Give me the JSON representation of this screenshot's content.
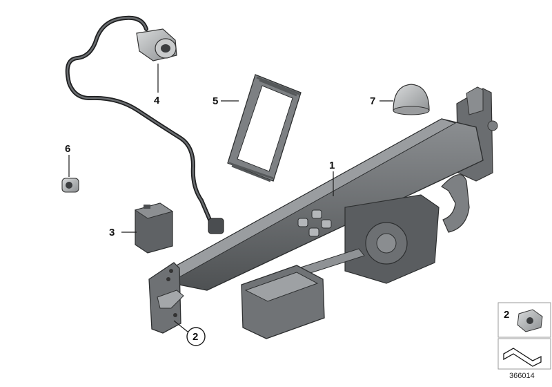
{
  "diagram": {
    "callouts": {
      "c1": "1",
      "c2_main": "2",
      "c2_legend": "2",
      "c3": "3",
      "c4": "4",
      "c5": "5",
      "c6": "6",
      "c7": "7"
    },
    "catalog_number": "366014"
  },
  "colors": {
    "part_dark": "#5b5e60",
    "part_mid": "#7a7d80",
    "part_light": "#a9acae",
    "line": "#1a1a1a",
    "legend_border": "#9a9a9a"
  }
}
